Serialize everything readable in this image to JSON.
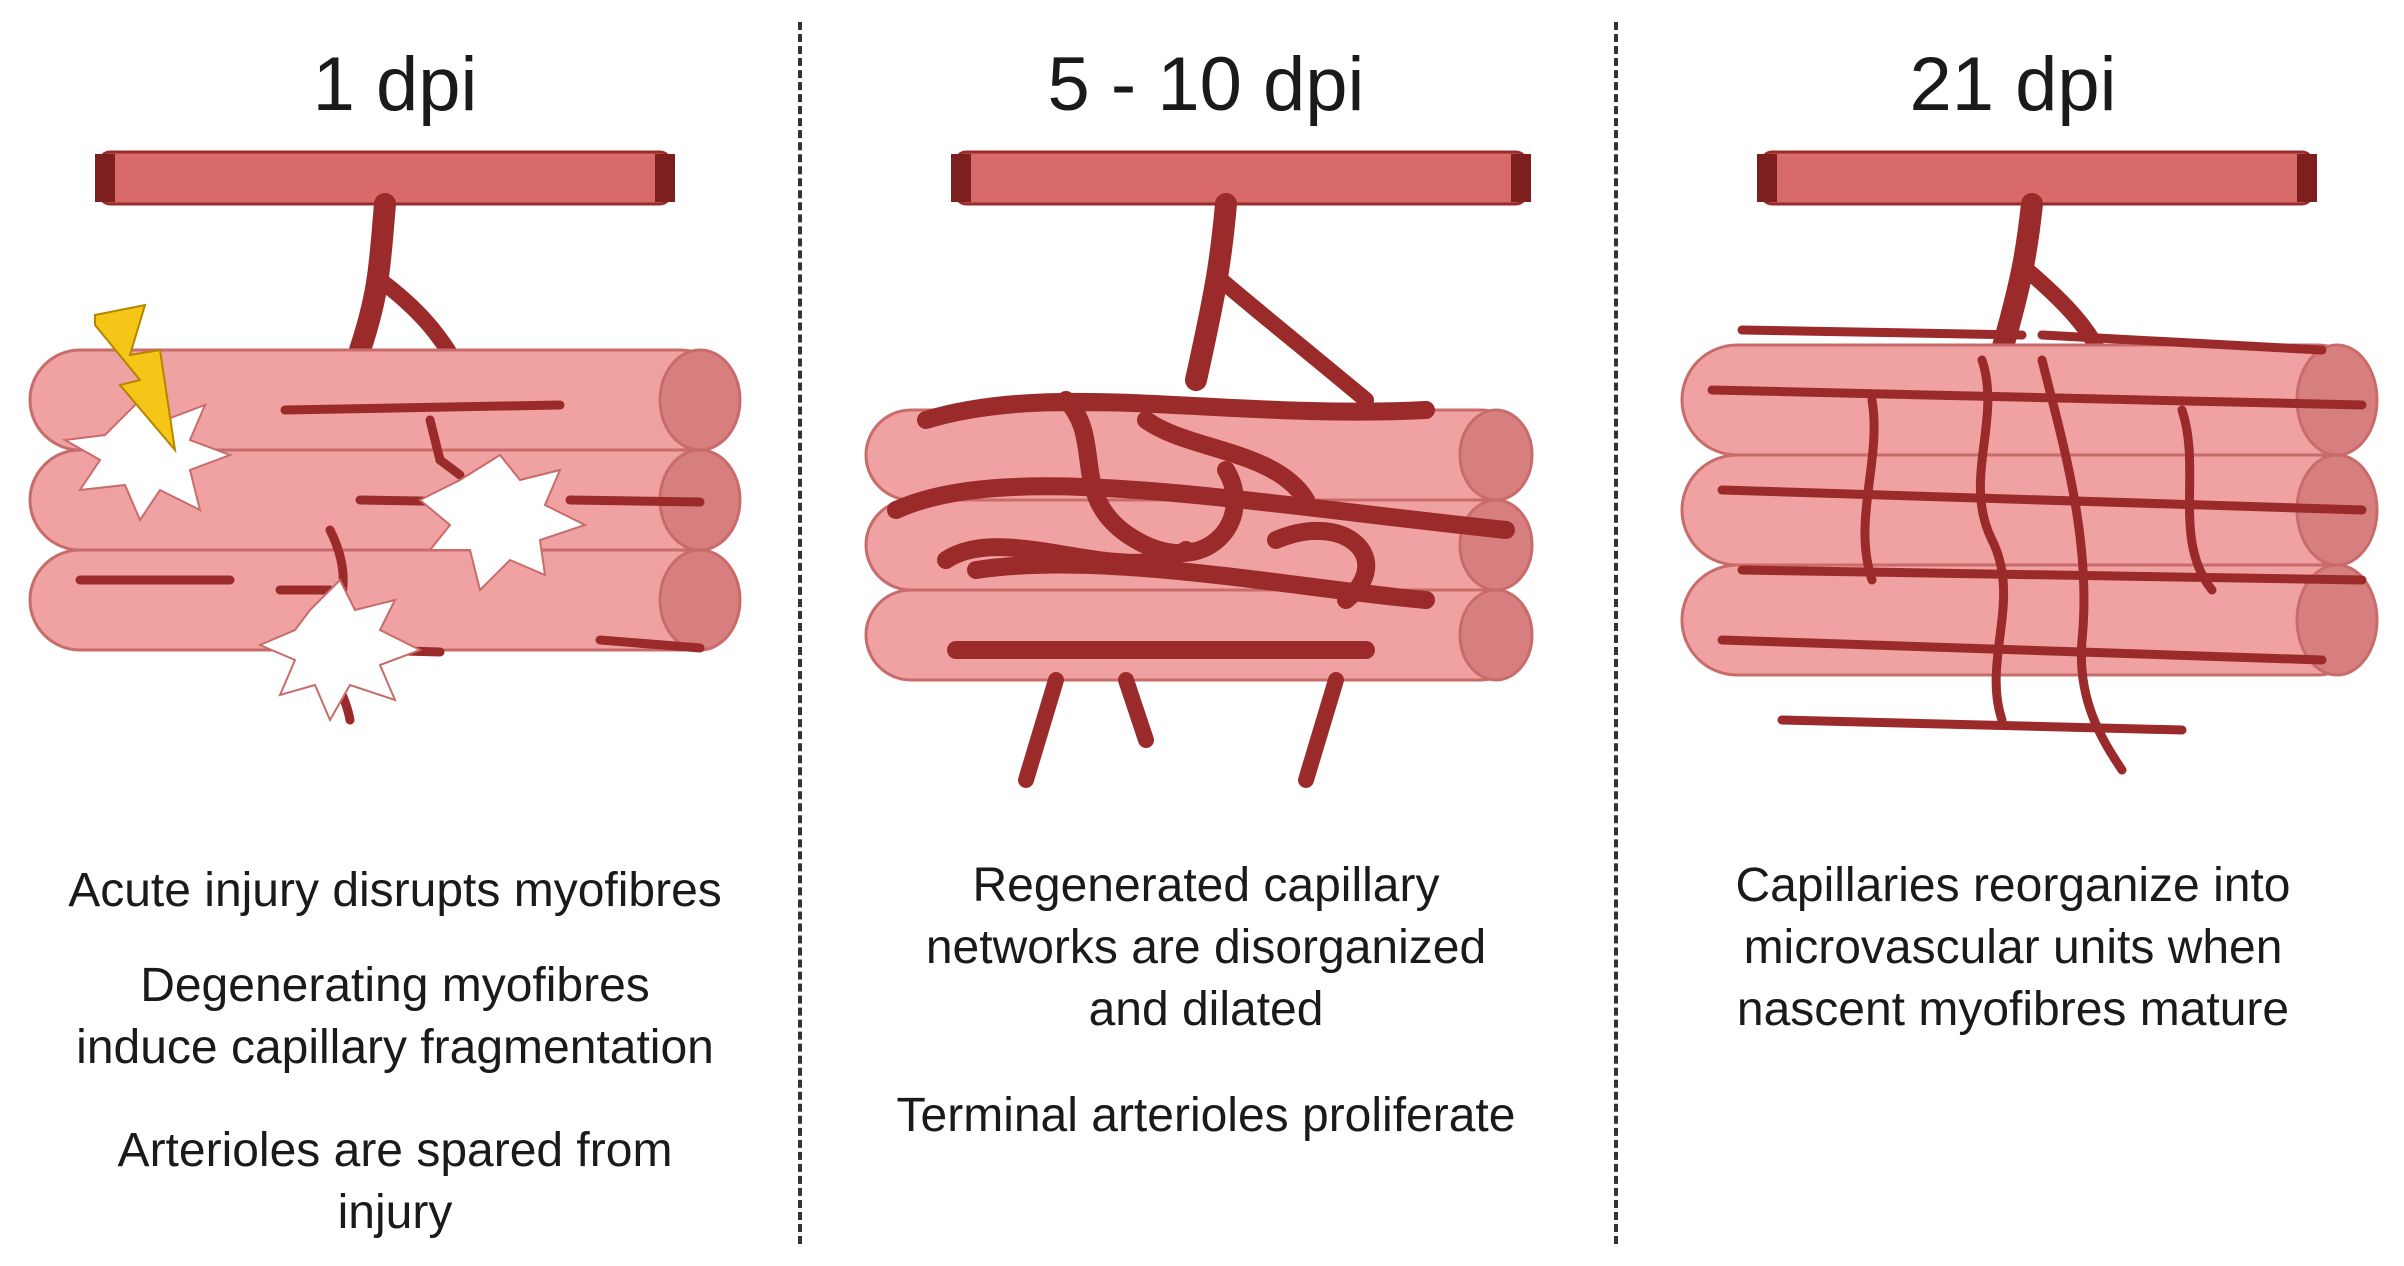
{
  "colors": {
    "muscle_fill": "#f0a2a2",
    "muscle_stripe": "#c96b6b",
    "muscle_end": "#d77f7f",
    "vessel": "#9b2b2b",
    "vessel_dark": "#7e1f1f",
    "arteriole": "#d86a6a",
    "injury": "#ffffff",
    "bolt": "#f5c518"
  },
  "panels": [
    {
      "title": "1 dpi",
      "captions": [
        "Acute injury disrupts myofibres",
        "Degenerating myofibres\ninduce capillary fragmentation",
        "Arterioles are spared from\ninjury"
      ]
    },
    {
      "title": "5 - 10 dpi",
      "captions": [
        "Regenerated capillary\nnetworks are disorganized\nand dilated",
        "Terminal arterioles proliferate"
      ]
    },
    {
      "title": "21 dpi",
      "captions": [
        "Capillaries reorganize into\nmicrovascular units when\nnascent myofibres mature"
      ]
    }
  ]
}
